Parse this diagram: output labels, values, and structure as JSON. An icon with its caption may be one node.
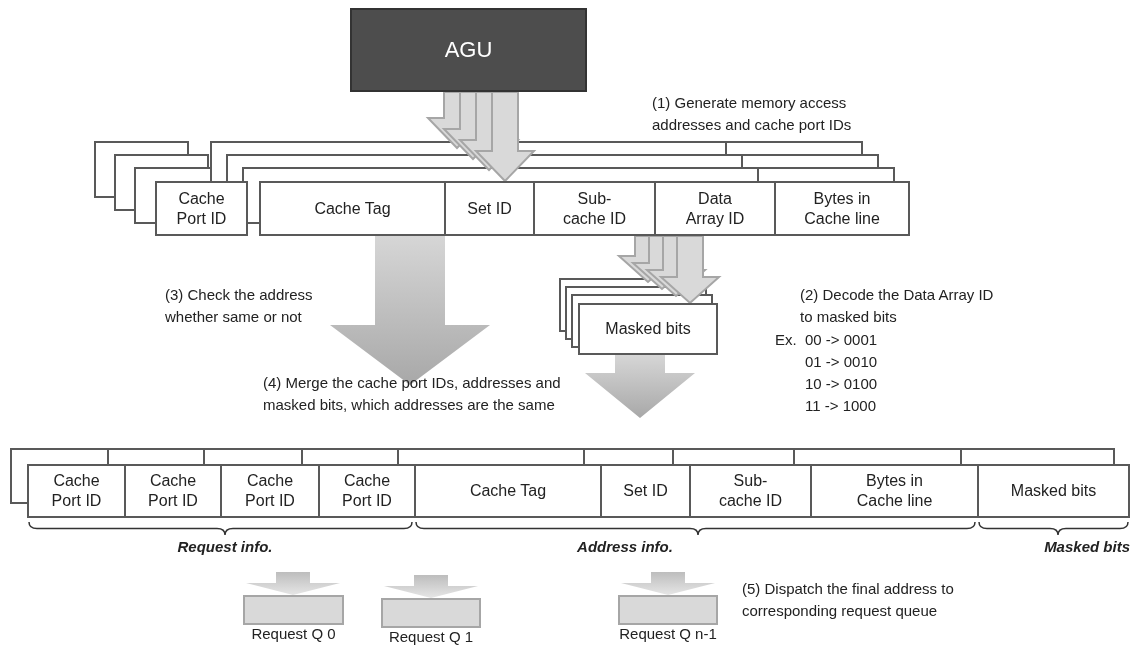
{
  "diagram": {
    "nodes": [
      {
        "text": [
          "AGU"
        ]
      },
      {
        "text": [
          "Cache Port ID"
        ]
      },
      {
        "text": [
          "Cache Tag"
        ]
      },
      {
        "text": [
          "Set ID"
        ]
      },
      {
        "text": [
          "Sub-cache ID"
        ]
      },
      {
        "text": [
          "Data Array ID"
        ]
      },
      {
        "text": [
          "Bytes in Cache line"
        ]
      },
      {
        "text": [
          "Masked bits"
        ]
      },
      {
        "text": [
          "Cache Port ID"
        ]
      },
      {
        "text": [
          "Cache Port ID"
        ]
      },
      {
        "text": [
          "Cache Port ID"
        ]
      },
      {
        "text": [
          "Cache Port ID"
        ]
      },
      {
        "text": [
          "Cache Tag"
        ]
      },
      {
        "text": [
          "Set ID"
        ]
      },
      {
        "text": [
          "Sub-cache ID"
        ]
      },
      {
        "text": [
          "Bytes in Cache line"
        ]
      },
      {
        "text": [
          "Masked bits"
        ]
      },
      {
        "text": [
          "Request Q 0"
        ]
      },
      {
        "text": [
          "Request Q 1"
        ]
      },
      {
        "text": [
          "Request Q n-1"
        ]
      }
    ],
    "edges": [
      {
        "from": 0,
        "to": 3,
        "arrow": "to"
      },
      {
        "from": 5,
        "to": 7,
        "arrow": "to"
      },
      {
        "from": 2,
        "to": null,
        "arrow": "to"
      },
      {
        "from": 7,
        "to": null,
        "arrow": "to"
      },
      {
        "from": null,
        "to": 17,
        "arrow": "to"
      },
      {
        "from": null,
        "to": 18,
        "arrow": "to"
      },
      {
        "from": null,
        "to": 19,
        "arrow": "to"
      }
    ],
    "labels": [
      "(1) Generate memory access addresses and cache port IDs",
      "(2) Decode the Data Array ID to masked bits",
      "Ex.",
      "00 -> 0001",
      "01 -> 0010",
      "10 -> 0100",
      "11 -> 1000",
      "(3) Check the address whether same or not",
      "(4) Merge the cache port IDs, addresses and masked bits,  which addresses are the same",
      "Request info.",
      "Address info.",
      "Masked bits",
      "(5) Dispatch the final address to corresponding request queue"
    ]
  }
}
